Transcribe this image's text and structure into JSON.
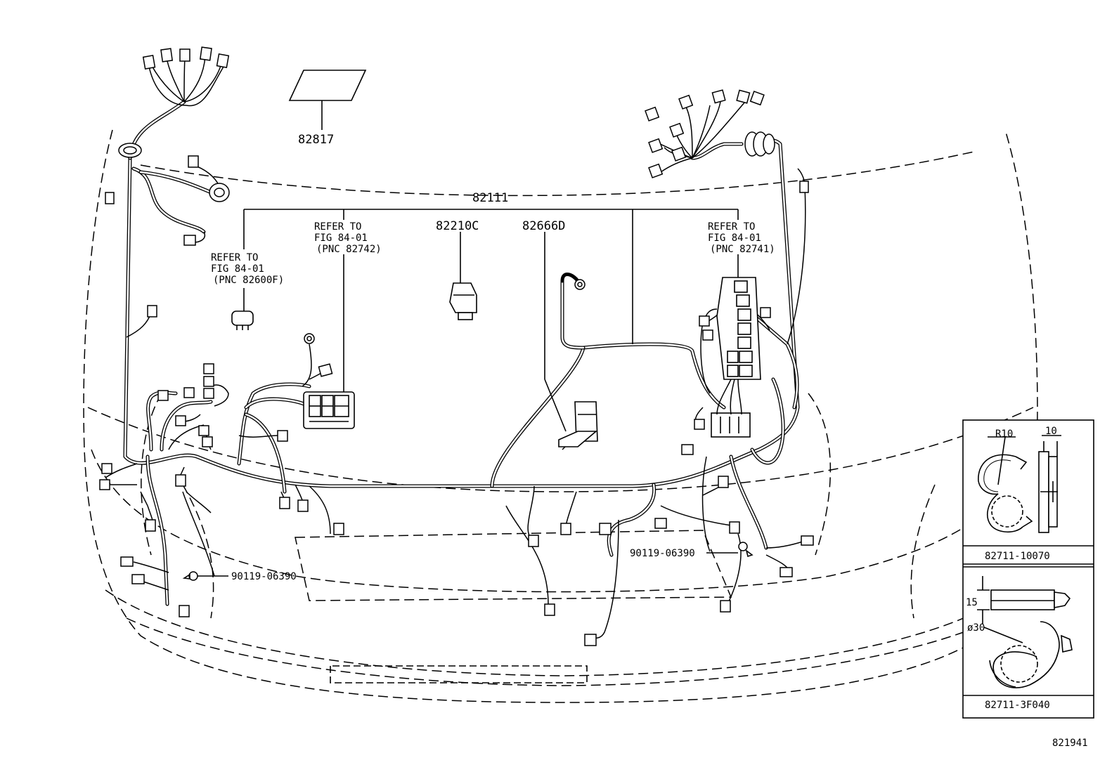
{
  "labels": {
    "pnc_82817": "82817",
    "pnc_82111": "82111",
    "pnc_82210c": "82210C",
    "pnc_82666d": "82666D",
    "refer_left_1": "REFER TO",
    "refer_left_2": "FIG 84-01",
    "refer_left_3": "(PNC 82600F)",
    "refer_mid_1": "REFER TO",
    "refer_mid_2": "FIG 84-01",
    "refer_mid_3": "(PNC 82742)",
    "refer_right_1": "REFER TO",
    "refer_right_2": "FIG 84-01",
    "refer_right_3": "(PNC 82741)",
    "bolt_left": "90119-06390",
    "bolt_right": "90119-06390",
    "figure_code": "821941"
  },
  "inset_clamps": {
    "clamp_1": {
      "part_no": "82711-10070",
      "dim_radius": "R10",
      "dim_width": "10"
    },
    "clamp_2": {
      "part_no": "82711-3F040",
      "dim_height": "15",
      "dim_diameter": "ø30"
    }
  }
}
